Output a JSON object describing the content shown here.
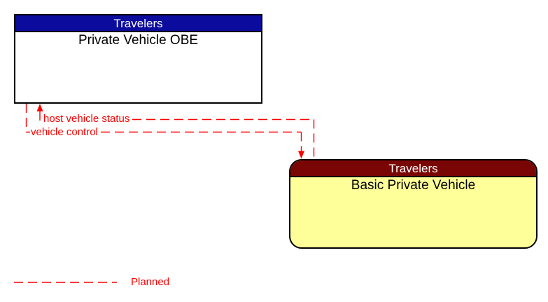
{
  "diagram": {
    "type": "interconnect-context-diagram",
    "background_color": "#FFFFFF",
    "entities": [
      {
        "group": "Travelers",
        "name": "Private Vehicle OBE",
        "shape": "rectangle",
        "header_color": "#0B0B9E",
        "header_text_color": "#FFFFFF",
        "body_color": "#FFFFFF",
        "body_text_color": "#000000"
      },
      {
        "group": "Travelers",
        "name": "Basic Private Vehicle",
        "shape": "rounded-rectangle",
        "header_color": "#7A0505",
        "header_text_color": "#FFFFFF",
        "body_color": "#FFFF99",
        "body_text_color": "#000000"
      }
    ],
    "flows": [
      {
        "label": "host vehicle status",
        "from": "Basic Private Vehicle",
        "to": "Private Vehicle OBE",
        "status": "Planned",
        "line_style": "dashed",
        "line_color": "#FF0000"
      },
      {
        "label": "vehicle control",
        "from": "Private Vehicle OBE",
        "to": "Basic Private Vehicle",
        "status": "Planned",
        "line_style": "dashed",
        "line_color": "#FF0000"
      }
    ],
    "legend": {
      "items": [
        {
          "label": "Planned",
          "line_style": "dashed",
          "line_color": "#FF0000"
        }
      ]
    }
  }
}
